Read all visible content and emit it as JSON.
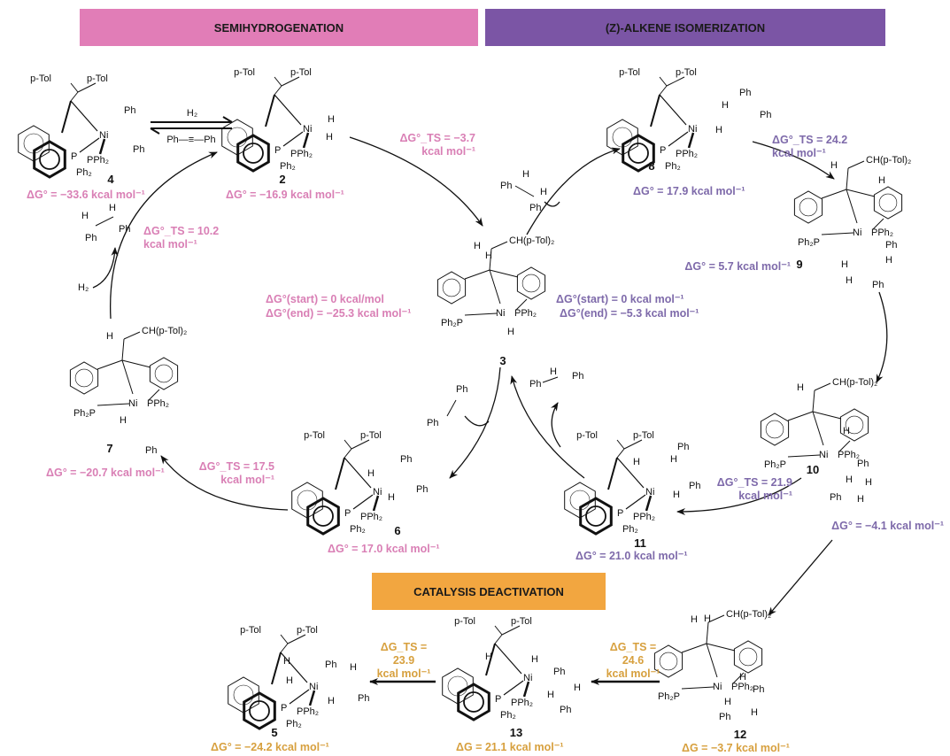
{
  "colors": {
    "semi": "#d97fb5",
    "semi_header": "#e17db7",
    "iso": "#7e6aaa",
    "iso_header": "#7b55a5",
    "deact": "#d7a03e",
    "deact_header": "#f2a640",
    "ink": "#111111"
  },
  "headers": {
    "semihydrogenation": "SEMIHYDROGENATION",
    "isomerization": "(Z)-ALKENE ISOMERIZATION",
    "deactivation": "CATALYSIS DEACTIVATION"
  },
  "compounds": {
    "c4": {
      "number": "4",
      "dG": "ΔG° = −33.6 kcal mol⁻¹",
      "group": "semi",
      "atoms": [
        "p-Tol",
        "p-Tol",
        "Ni",
        "P",
        "PPh₂",
        "Ph₂"
      ],
      "extras": [
        "Ph",
        "Ph"
      ]
    },
    "c2": {
      "number": "2",
      "dG": "ΔG° = −16.9 kcal mol⁻¹",
      "group": "semi",
      "atoms": [
        "p-Tol",
        "p-Tol",
        "Ni",
        "P",
        "PPh₂",
        "Ph₂"
      ],
      "extras": [
        "H",
        "H"
      ]
    },
    "c3": {
      "number": "3",
      "group": "semi",
      "atoms": [
        "CH(p-Tol)₂",
        "H",
        "Ni",
        "Ph₂P",
        "PPh₂"
      ],
      "extras": [
        "H",
        "H"
      ]
    },
    "c8": {
      "number": "8",
      "dG": "ΔG° = 17.9 kcal mol⁻¹",
      "group": "iso",
      "atoms": [
        "p-Tol",
        "p-Tol",
        "Ni",
        "P",
        "PPh₂",
        "Ph₂"
      ],
      "extras": [
        "Ph",
        "Ph",
        "H",
        "H"
      ]
    },
    "c9": {
      "number": "9",
      "dG": "ΔG° = 5.7 kcal mol⁻¹",
      "group": "iso",
      "atoms": [
        "CH(p-Tol)₂",
        "H",
        "Ni",
        "Ph₂P",
        "PPh₂"
      ],
      "extras": [
        "H",
        "Ph",
        "H",
        "H",
        "H",
        "Ph"
      ]
    },
    "c10": {
      "number": "10",
      "dG": "ΔG° = −4.1 kcal mol⁻¹",
      "group": "iso",
      "atoms": [
        "CH(p-Tol)₂",
        "H",
        "Ni",
        "Ph₂P",
        "PPh₂"
      ],
      "extras": [
        "H",
        "Ph",
        "H",
        "H",
        "Ph",
        "H"
      ]
    },
    "c11": {
      "number": "11",
      "dG": "ΔG° = 21.0 kcal mol⁻¹",
      "group": "iso",
      "atoms": [
        "p-Tol",
        "p-Tol",
        "Ni",
        "P",
        "PPh₂",
        "Ph₂"
      ],
      "extras": [
        "Ph",
        "Ph",
        "H",
        "H",
        "H"
      ]
    },
    "c6": {
      "number": "6",
      "dG": "ΔG° = 17.0 kcal mol⁻¹",
      "group": "semi",
      "atoms": [
        "p-Tol",
        "p-Tol",
        "Ni",
        "P",
        "PPh₂",
        "Ph₂"
      ],
      "extras": [
        "Ph",
        "Ph",
        "H",
        "H"
      ]
    },
    "c7": {
      "number": "7",
      "dG": "ΔG° = −20.7 kcal mol⁻¹",
      "group": "semi",
      "atoms": [
        "CH(p-Tol)₂",
        "H",
        "Ni",
        "Ph₂P",
        "PPh₂"
      ],
      "extras": [
        "H",
        "Ph"
      ]
    },
    "c12": {
      "number": "12",
      "dG": "ΔG = −3.7 kcal mol⁻¹",
      "group": "deact",
      "atoms": [
        "CH(p-Tol)₂",
        "H",
        "Ni",
        "Ph₂P",
        "PPh₂"
      ],
      "extras": [
        "H",
        "H",
        "Ph",
        "H",
        "H",
        "Ph"
      ]
    },
    "c13": {
      "number": "13",
      "dG": "ΔG = 21.1 kcal mol⁻¹",
      "group": "deact",
      "atoms": [
        "p-Tol",
        "p-Tol",
        "Ni",
        "P",
        "PPh₂",
        "Ph₂"
      ],
      "extras": [
        "H",
        "Ph",
        "H",
        "H",
        "Ph",
        "H"
      ]
    },
    "c5": {
      "number": "5",
      "dG": "ΔG° = −24.2 kcal mol⁻¹",
      "group": "deact",
      "atoms": [
        "p-Tol",
        "p-Tol",
        "Ni",
        "P",
        "PPh₂",
        "Ph₂"
      ],
      "extras": [
        "Ph",
        "H",
        "H",
        "Ph",
        "H",
        "H"
      ]
    }
  },
  "energies": {
    "ts_2_3": [
      "ΔG°_TS = −3.7",
      "kcal mol⁻¹"
    ],
    "ts_7_2": [
      "ΔG°_TS = 10.2",
      "kcal mol⁻¹"
    ],
    "ts_6_7": [
      "ΔG°_TS = 17.5",
      "kcal mol⁻¹"
    ],
    "ts_8_9": [
      "ΔG°_TS = 24.2",
      "kcal mol⁻¹"
    ],
    "ts_10_11": [
      "ΔG°_TS = 21.9",
      "kcal mol⁻¹"
    ],
    "ts_12_13": [
      "ΔG_TS =",
      "24.6",
      "kcal mol⁻¹"
    ],
    "ts_13_5": [
      "ΔG_TS =",
      "23.9",
      "kcal mol⁻¹"
    ],
    "semi_start": "ΔG°(start) = 0 kcal/mol",
    "semi_end": "ΔG°(end) = −25.3 kcal mol⁻¹",
    "iso_start": "ΔG°(start) = 0 kcal mol⁻¹",
    "iso_end": "ΔG°(end) = −5.3 kcal mol⁻¹"
  },
  "reagents": {
    "h2_equilibrium": "H₂",
    "diphenylacetylene": "Ph—≡—Ph",
    "h2_in": "H₂",
    "trans_stilbene": [
      "H",
      "Ph",
      "H",
      "Ph"
    ],
    "cis_stilbene_in": [
      "H",
      "Ph",
      "H",
      "Ph"
    ],
    "alkyne_in": [
      "Ph",
      "Ph"
    ],
    "cis_stilbene_out": [
      "H",
      "Ph",
      "Ph"
    ]
  }
}
